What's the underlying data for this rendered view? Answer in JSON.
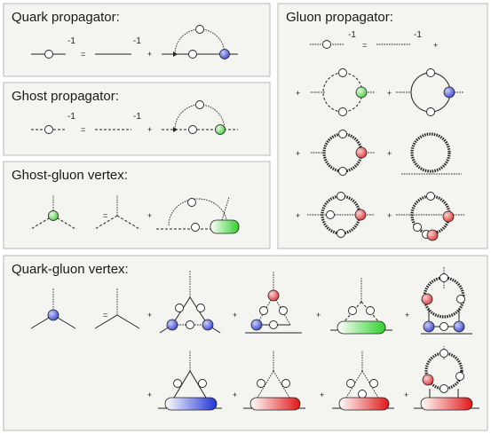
{
  "panels": {
    "quark": {
      "title": "Quark propagator:"
    },
    "ghost": {
      "title": "Ghost propagator:"
    },
    "ghost_gluon": {
      "title": "Ghost-gluon vertex:"
    },
    "gluon": {
      "title": "Gluon propagator:"
    },
    "quark_gluon": {
      "title": "Quark-gluon vertex:"
    }
  },
  "symbols": {
    "equals": "=",
    "plus": "+",
    "inverse": "-1"
  },
  "colors": {
    "quark_vertex": "#4a55d6",
    "ghost_vertex": "#56d24a",
    "gluon_vertex": "#e04848",
    "panel_bg": "#f4f4f1",
    "panel_border": "#b9b9b4"
  }
}
